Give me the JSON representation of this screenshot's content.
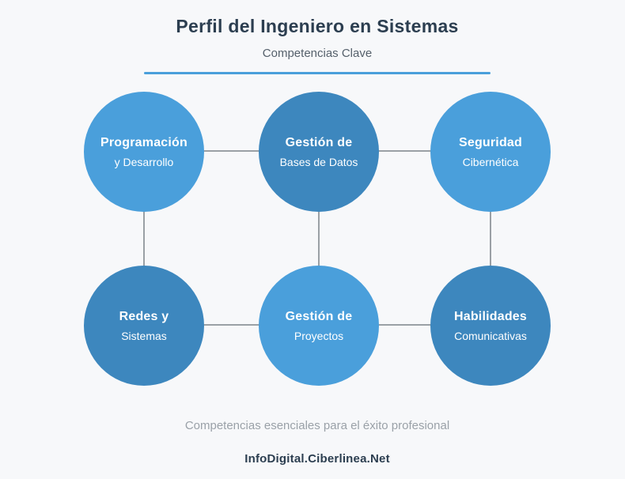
{
  "header": {
    "title": "Perfil del Ingeniero en Sistemas",
    "subtitle": "Competencias Clave",
    "accent_color": "#4a9fdb"
  },
  "diagram": {
    "connector_color": "#9aa0a5",
    "nodes": [
      {
        "title": "Programación",
        "subtitle": "y Desarrollo",
        "color": "#4a9fdb"
      },
      {
        "title": "Gestión de",
        "subtitle": "Bases de Datos",
        "color": "#3d87be"
      },
      {
        "title": "Seguridad",
        "subtitle": "Cibernética",
        "color": "#4a9fdb"
      },
      {
        "title": "Redes y",
        "subtitle": "Sistemas",
        "color": "#3d87be"
      },
      {
        "title": "Gestión de",
        "subtitle": "Proyectos",
        "color": "#4a9fdb"
      },
      {
        "title": "Habilidades",
        "subtitle": "Comunicativas",
        "color": "#3d87be"
      }
    ]
  },
  "footer": {
    "tagline": "Competencias esenciales para el éxito profesional",
    "brand": "InfoDigital.Ciberlinea.Net"
  },
  "colors": {
    "background": "#f7f8fa",
    "title_text": "#2c3e50",
    "subtitle_text": "#55606b",
    "tagline_text": "#9aa1a8",
    "circle_light": "#4a9fdb",
    "circle_dark": "#3d87be"
  }
}
